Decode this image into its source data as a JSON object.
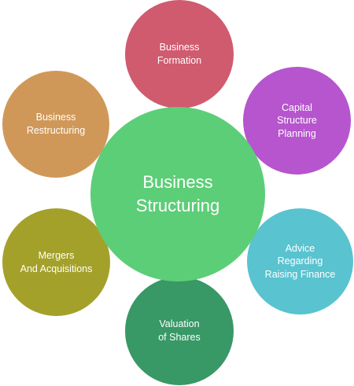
{
  "diagram": {
    "center": {
      "label": "Business\nStructuring",
      "color": "#5cce77"
    },
    "nodes": [
      {
        "key": "formation",
        "label": "Business\nFormation",
        "color": "#d05a6e"
      },
      {
        "key": "capital",
        "label": "Capital\nStructure\nPlanning",
        "color": "#b655ce"
      },
      {
        "key": "advice",
        "label": "Advice\nRegarding\nRaising Finance",
        "color": "#59c3d0"
      },
      {
        "key": "valuation",
        "label": "Valuation\nof Shares",
        "color": "#389866"
      },
      {
        "key": "mergers",
        "label": "Mergers\nAnd Acquisitions",
        "color": "#a4a12b"
      },
      {
        "key": "restructuring",
        "label": "Business\nRestructuring",
        "color": "#d09858"
      }
    ]
  }
}
